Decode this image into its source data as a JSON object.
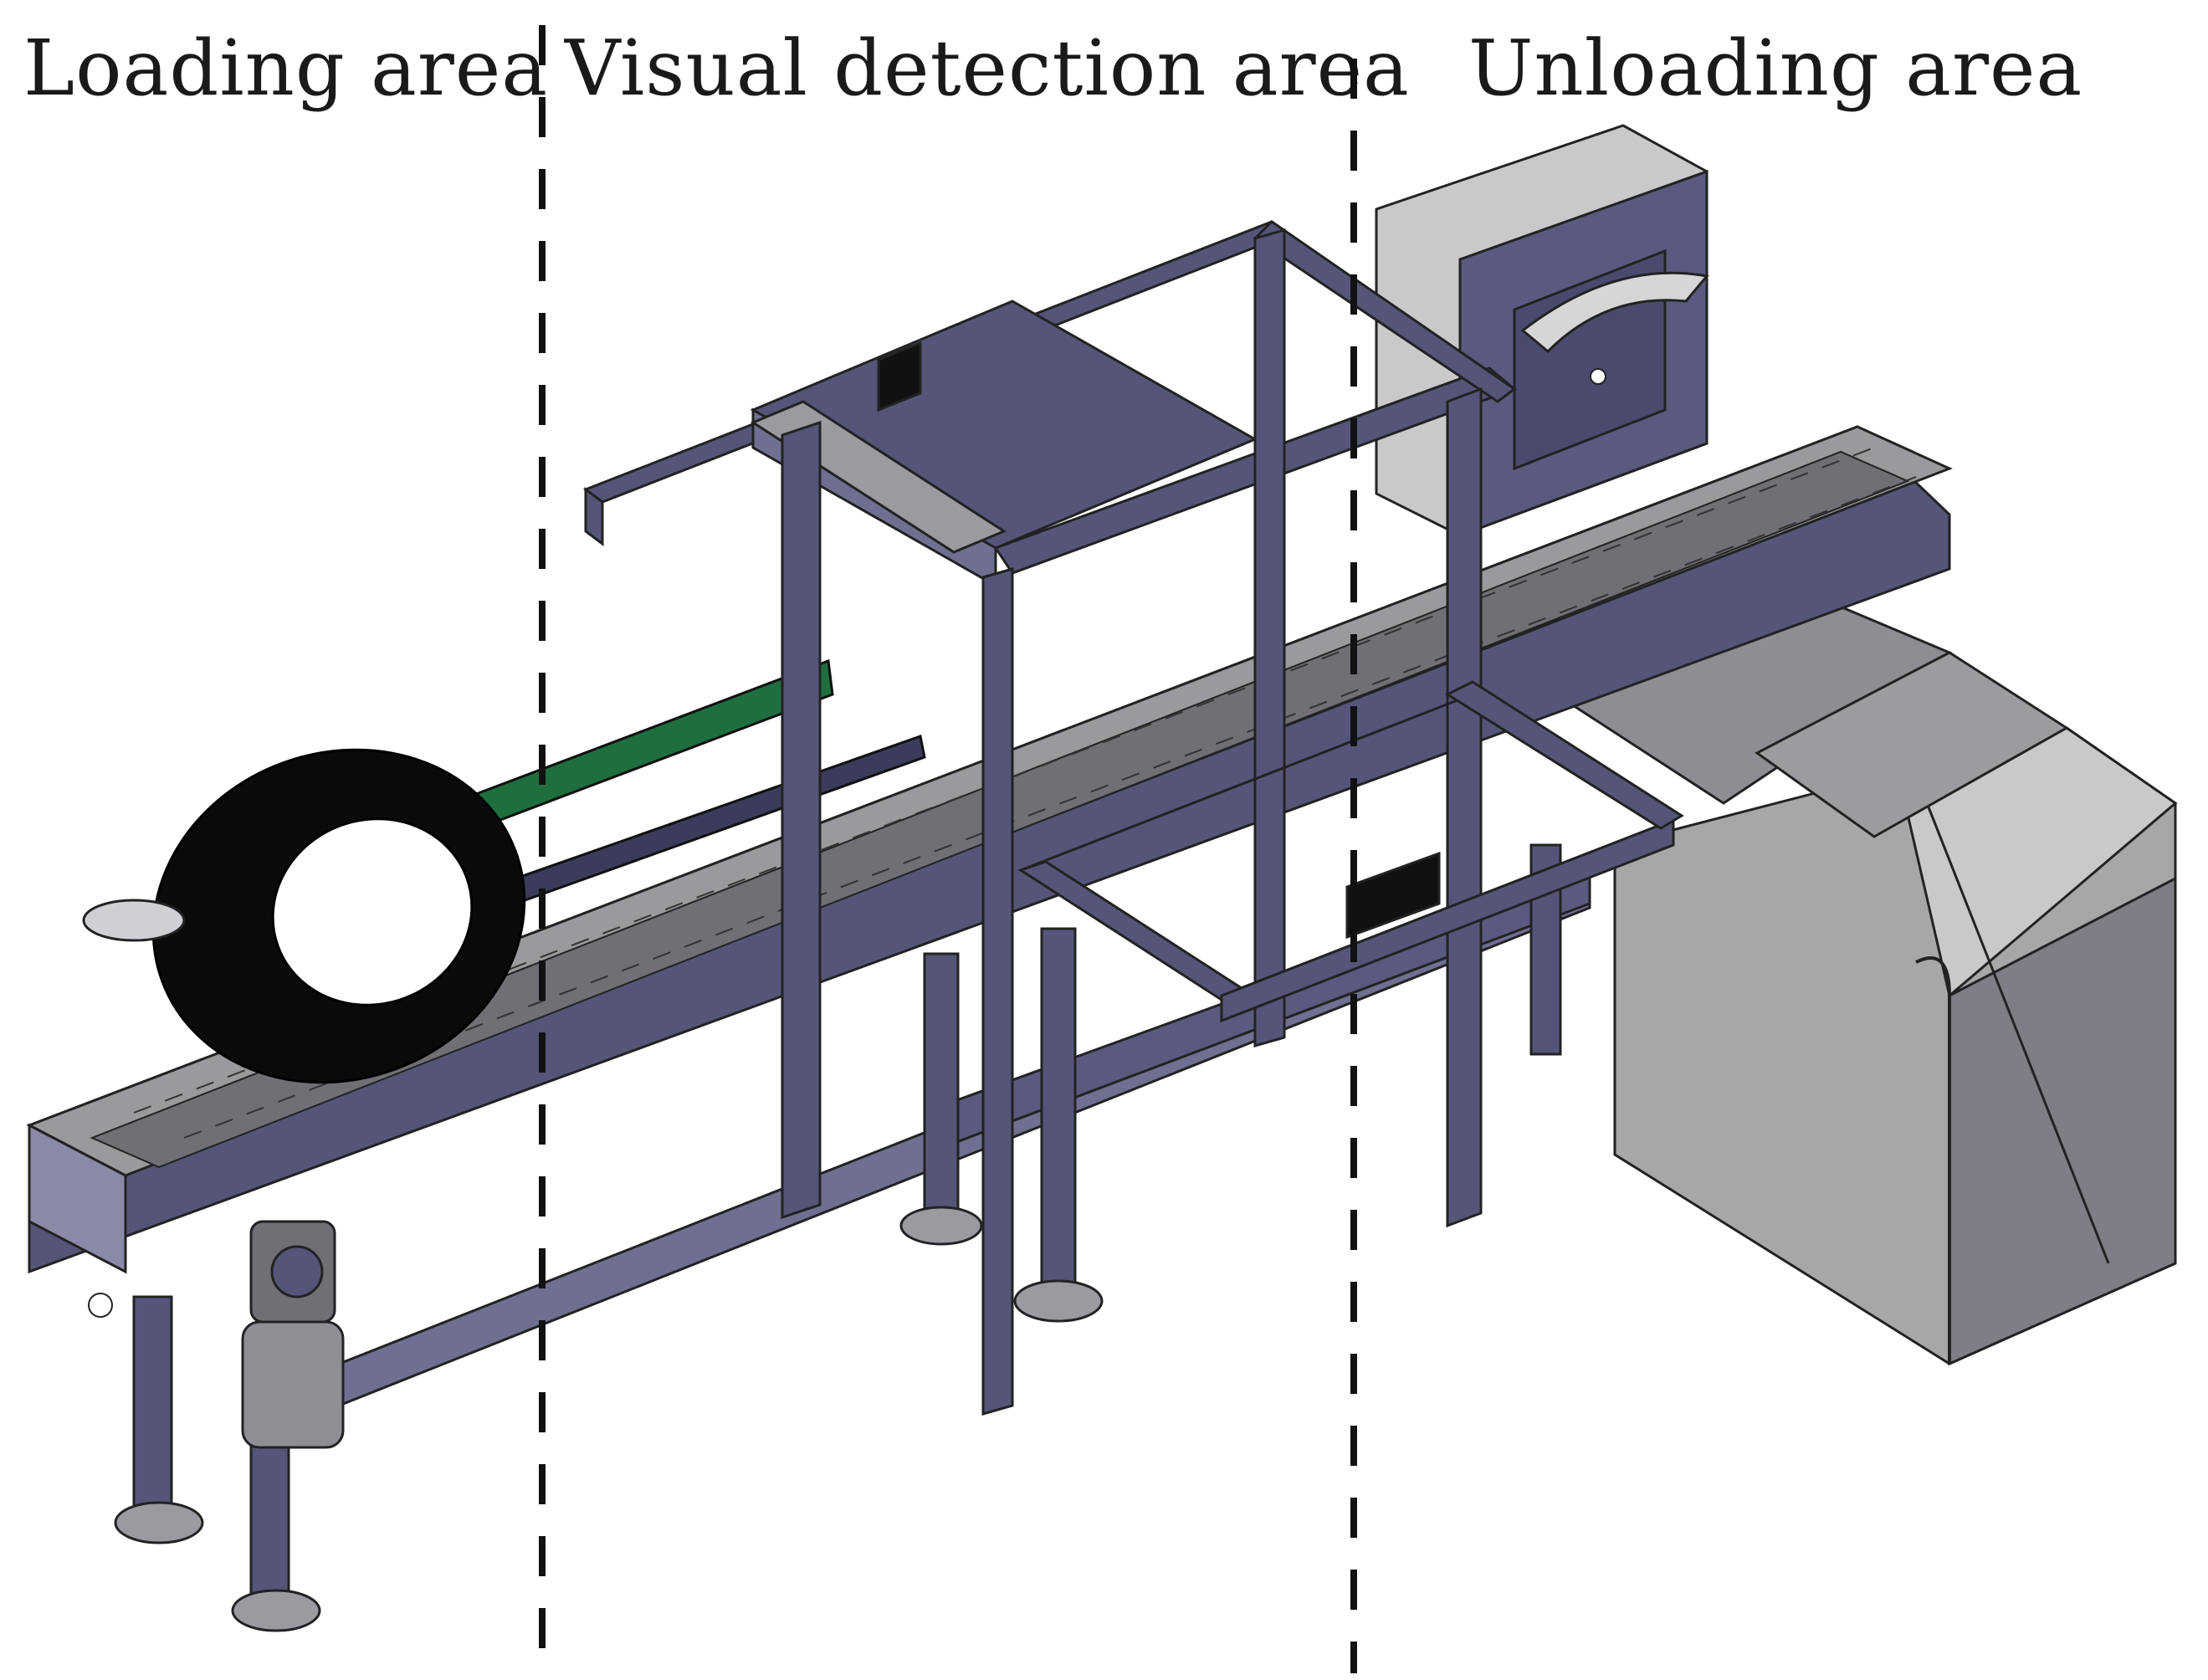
{
  "labels": {
    "loading": "Loading area",
    "visual_detection": "Visual detection area",
    "unloading": "Unloading area"
  },
  "colors": {
    "frame": "#55557a",
    "frame_dark": "#3b3b5c",
    "frame_light": "#8a8aa8",
    "belt": "#9a9a9e",
    "belt_dark": "#6f6f75",
    "cabinet": "#b8b8ba",
    "cabinet_shade": "#8e8e92",
    "guide_green": "#1f6e3f",
    "tire": "#0a0a0a",
    "divider": "#111111"
  }
}
